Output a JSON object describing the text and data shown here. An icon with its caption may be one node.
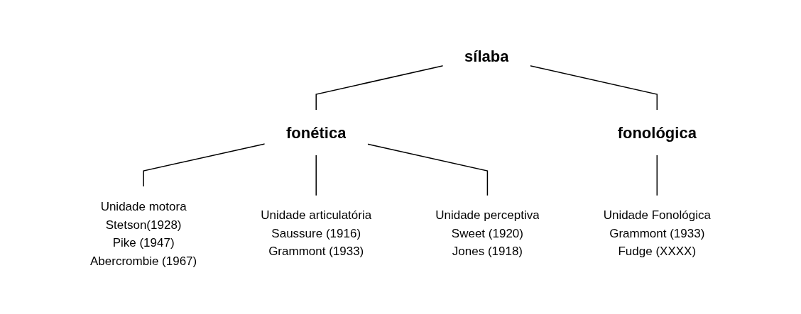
{
  "diagram": {
    "nodes": [
      {
        "text": [
          "sílaba"
        ]
      },
      {
        "text": [
          "fonética"
        ]
      },
      {
        "text": [
          "fonológica"
        ]
      },
      {
        "text": [
          "Unidade motora",
          "Stetson(1928)",
          "Pike (1947)",
          "Abercrombie (1967)"
        ]
      },
      {
        "text": [
          "Unidade articulatória",
          "Saussure (1916)",
          "Grammont (1933)"
        ]
      },
      {
        "text": [
          "Unidade perceptiva",
          "Sweet (1920)",
          "Jones (1918)"
        ]
      },
      {
        "text": [
          "Unidade Fonológica",
          "Grammont (1933)",
          "Fudge (XXXX)"
        ]
      }
    ],
    "edges": [
      {
        "from": 0,
        "to": 1,
        "arrow": "none"
      },
      {
        "from": 0,
        "to": 2,
        "arrow": "none"
      },
      {
        "from": 1,
        "to": 3,
        "arrow": "none"
      },
      {
        "from": 1,
        "to": 4,
        "arrow": "none"
      },
      {
        "from": 1,
        "to": 5,
        "arrow": "none"
      },
      {
        "from": 2,
        "to": 6,
        "arrow": "none"
      }
    ]
  }
}
